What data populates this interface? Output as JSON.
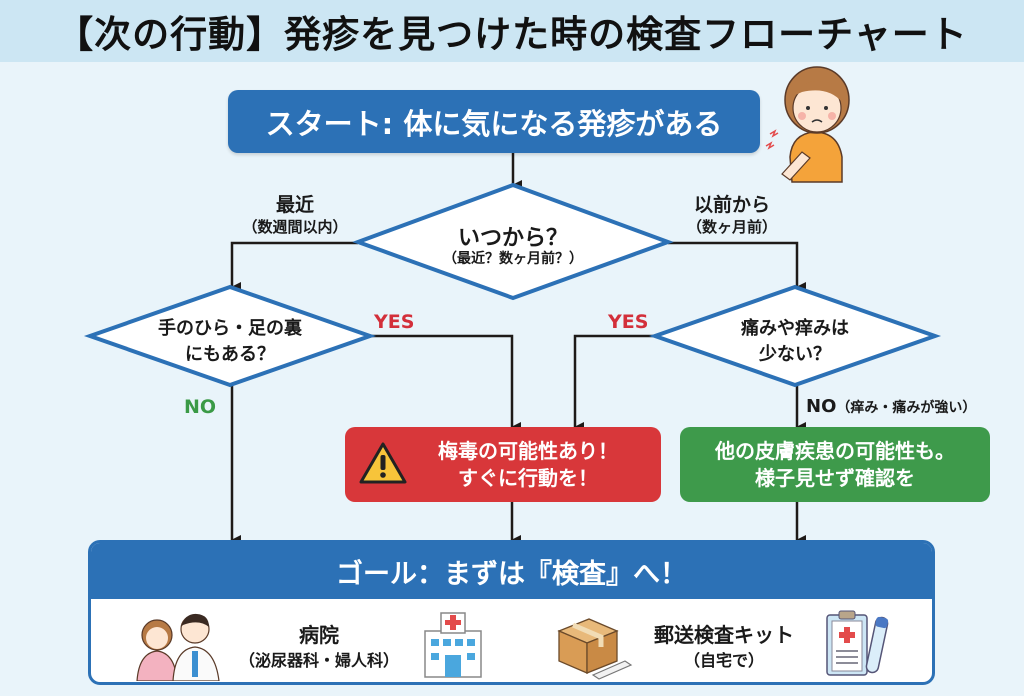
{
  "title": "【次の行動】発疹を見つけた時の検査フローチャート",
  "start": {
    "label": "スタート: 体に気になる発疹がある"
  },
  "decision_when": {
    "question": "いつから？",
    "sub": "（最近？数ヶ月前？）",
    "left_branch": {
      "label": "最近",
      "sub": "（数週間以内）"
    },
    "right_branch": {
      "label": "以前から",
      "sub": "（数ヶ月前）"
    }
  },
  "decision_palms": {
    "line1": "手のひら・足の裏",
    "line2": "にもある？",
    "yes_label": "YES",
    "no_label": "NO"
  },
  "decision_pain": {
    "line1": "痛みや痒みは",
    "line2": "少ない？",
    "yes_label": "YES",
    "no_label": "NO",
    "no_note": "（痒み・痛みが強い）"
  },
  "result_syphilis": {
    "line1": "梅毒の可能性あり！",
    "line2": "すぐに行動を！",
    "icon": "warning-icon"
  },
  "result_other": {
    "line1": "他の皮膚疾患の可能性も。",
    "line2": "様子見せず確認を"
  },
  "goal": {
    "label": "ゴール：まずは『検査』へ！",
    "options": [
      {
        "title": "病院",
        "sub": "（泌尿器科・婦人科）",
        "icons": [
          "patient-doctor-icon",
          "hospital-icon"
        ]
      },
      {
        "title": "郵送検査キット",
        "sub": "（自宅で）",
        "icons": [
          "package-box-icon",
          "clipboard-test-tube-icon"
        ]
      }
    ]
  },
  "colors": {
    "primary_blue": "#2c71b6",
    "warning_red": "#d8373a",
    "ok_green": "#3e9a4b",
    "yes_red": "#d32f3a",
    "no_green": "#3a9a46",
    "title_bg": "#cce6f3",
    "page_bg": "#e9f4fa"
  }
}
